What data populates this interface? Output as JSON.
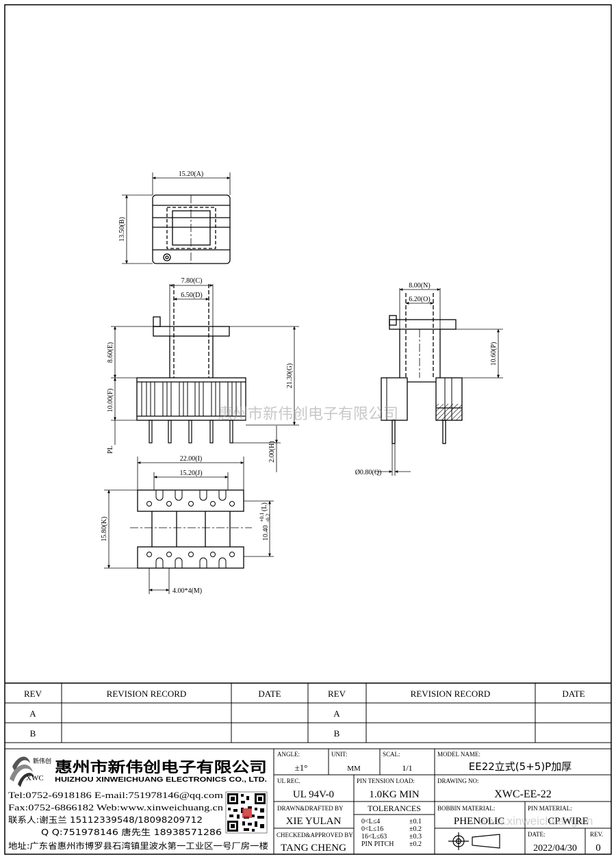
{
  "drawing": {
    "dims": {
      "A": "15.20(A)",
      "B": "13.50(B)",
      "C": "7.80(C)",
      "D": "6.50(D)",
      "E": "8.60(E)",
      "F": "10.00(F)",
      "G": "21.30(G)",
      "H": "2.00(H)",
      "PL": "PL",
      "I": "22.00(I)",
      "J": "15.20(J)",
      "K": "15.80(K)",
      "L_main": "10.40",
      "L_tol_upper": "+0.1",
      "L_tol_lower": "-0.2",
      "L_tag": "(L)",
      "M": "4.00*4(M)",
      "N": "8.00(N)",
      "O": "6.20(O)",
      "P": "10.60(P)",
      "Q": "Ø0.80(Q)"
    },
    "watermark": "惠州市新伟创电子有限公司"
  },
  "revision_table": {
    "headers": [
      "REV",
      "REVISION RECORD",
      "DATE",
      "REV",
      "REVISION RECORD",
      "DATE"
    ],
    "rows": [
      [
        "A",
        "",
        "",
        "A",
        "",
        ""
      ],
      [
        "B",
        "",
        "",
        "B",
        "",
        ""
      ]
    ]
  },
  "company": {
    "logo_cn": "新伟创",
    "logo_en": "XWC",
    "name_cn": "惠州市新伟创电子有限公司",
    "name_en": "HUIZHOU XINWEICHUANG ELECTRONICS CO., LTD.",
    "contact_line1": "Tel:0752-6918186 E-mail:751978146@qq.com",
    "contact_line2": "Fax:0752-6866182 Web:www.xinweichuang.cn",
    "contact_line3": "联系人:谢玉兰 15112339548/18098209712",
    "contact_line4": "Q Q:751978146     唐先生 18938571286",
    "address": "地址:广东省惠州市博罗县石湾镇里波水第一工业区一号厂房一楼"
  },
  "title_block": {
    "angle_label": "ANGLE:",
    "angle_value": "±1°",
    "unit_label": "UNIT:",
    "unit_value": "MM",
    "scale_label": "SCAL:",
    "scale_value": "1/1",
    "model_label": "MODEL NAME:",
    "model_value": "EE22立式(5+5)P加厚",
    "ul_label": "UL REC.",
    "ul_value": "UL 94V-0",
    "pin_tension_label": "PIN TENSION LOAD:",
    "pin_tension_value": "1.0KG MIN",
    "drawing_no_label": "DRAWING NO:",
    "drawing_no_value": "XWC-EE-22",
    "drawn_label": "DRAWN&DRAFTED BY",
    "drawn_value": "XIE YULAN",
    "tolerances_label": "TOLERANCES",
    "tol1_range": "0<L≤4",
    "tol1_value": "±0.1",
    "tol2_range": "0<L≤16",
    "tol2_value": "±0.2",
    "tol3_range": "16<L≤63",
    "tol3_value": "±0.3",
    "tol4_range": "PIN PITCH",
    "tol4_value": "±0.2",
    "bobbin_label": "BOBBIN MATERIAL:",
    "bobbin_value": "PHENOLIC",
    "pin_material_label": "PIN MATERIAL:",
    "pin_material_value": "CP WIRE",
    "checked_label": "CHECKED&APPROVED BY",
    "checked_value": "TANG CHENG",
    "date_label": "DATE:",
    "date_value": "2022/04/30",
    "rev_label": "REV.",
    "rev_value": "0",
    "watermark_url": "www.xinweichuang.cn"
  },
  "colors": {
    "line": "#000000",
    "watermark": "#9a9a9a",
    "background": "#ffffff"
  }
}
